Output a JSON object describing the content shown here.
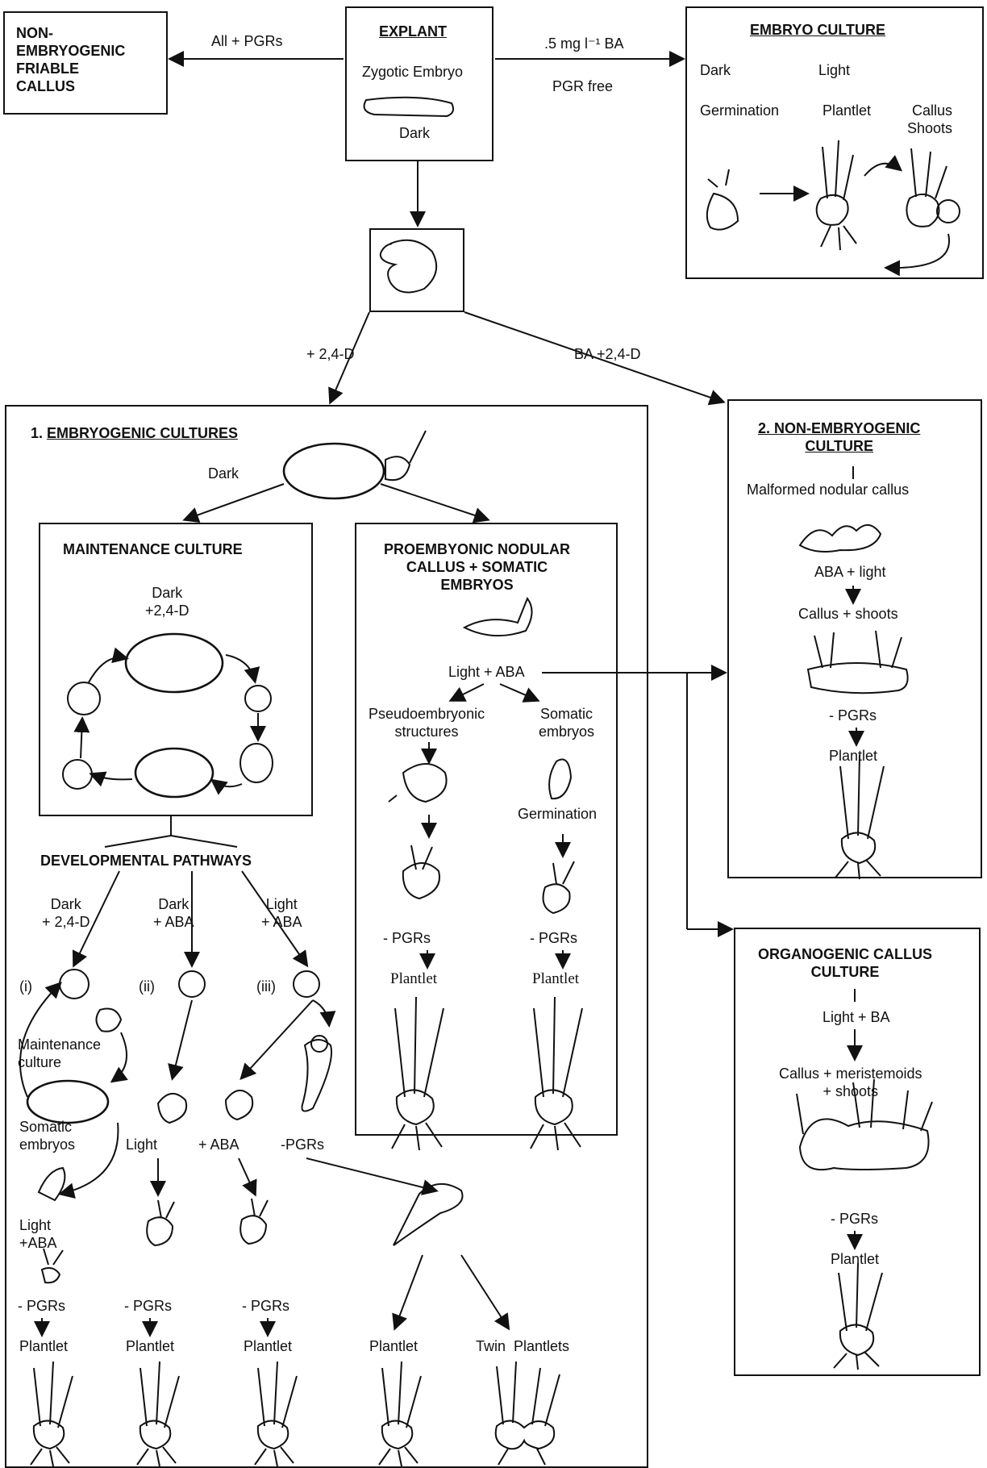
{
  "top": {
    "nonembryogenic_friable": "NON-\nEMBRYOGENIC\nFRIABLE\nCALLUS",
    "all_pgrs": "All + PGRs",
    "explant_title": "EXPLANT",
    "zygotic_embryo": "Zygotic Embryo",
    "explant_dark": "Dark",
    "ba_label": ".5 mg l⁻¹ BA",
    "pgr_free": "PGR free",
    "embryo_culture_title": "EMBRYO CULTURE",
    "ec_dark": "Dark",
    "ec_light": "Light",
    "ec_germination": "Germination",
    "ec_plantlet": "Plantlet",
    "ec_callus_shoots": "Callus\nShoots"
  },
  "middle": {
    "plus_24d": "+ 2,4-D",
    "ba_24d": "BA +2,4-D"
  },
  "embryogenic": {
    "title_num": "1. ",
    "title": "EMBRYOGENIC CULTURES",
    "dark": "Dark",
    "maintenance_title": "MAINTENANCE CULTURE",
    "maintenance_cond": "Dark\n+2,4-D",
    "proemb_title": "PROEMBYONIC NODULAR\nCALLUS + SOMATIC\nEMBRYOS",
    "light_aba": "Light + ABA",
    "pseudo": "Pseudoembryonic\nstructures",
    "somatic_embryos": "Somatic\nembryos",
    "germination": "Germination",
    "pgrs_a": "- PGRs",
    "pgrs_b": "- PGRs",
    "plantlet_a": "Plantlet",
    "plantlet_b": "Plantlet",
    "dev_pathways": "DEVELOPMENTAL PATHWAYS",
    "p1_cond": "Dark\n+ 2,4-D",
    "p2_cond": "Dark\n+ ABA",
    "p3_cond": "Light\n+ ABA",
    "p1_num": "(i)",
    "p2_num": "(ii)",
    "p3_num": "(iii)",
    "maint_culture": "Maintenance\nculture",
    "somatic_embryos2": "Somatic\nembryos",
    "light": "Light",
    "plus_aba": "+ ABA",
    "minus_pgrs_short": "-PGRs",
    "light_aba2": "Light\n+ABA",
    "bottom_pgrs": [
      "- PGRs",
      "- PGRs",
      "- PGRs"
    ],
    "bottom_plantlets": [
      "Plantlet",
      "Plantlet",
      "Plantlet",
      "Plantlet"
    ],
    "twin": "Twin  Plantlets"
  },
  "nonemb2": {
    "title": "2. NON-EMBRYOGENIC\nCULTURE",
    "malformed": "Malformed nodular callus",
    "aba_light": "ABA + light",
    "callus_shoots": "Callus + shoots",
    "pgrs": "- PGRs",
    "plantlet": "Plantlet"
  },
  "organogenic": {
    "title": "ORGANOGENIC CALLUS\nCULTURE",
    "light_ba": "Light + BA",
    "callus_mer": "Callus + meristemoids\n+ shoots",
    "pgrs": "- PGRs",
    "plantlet": "Plantlet"
  }
}
